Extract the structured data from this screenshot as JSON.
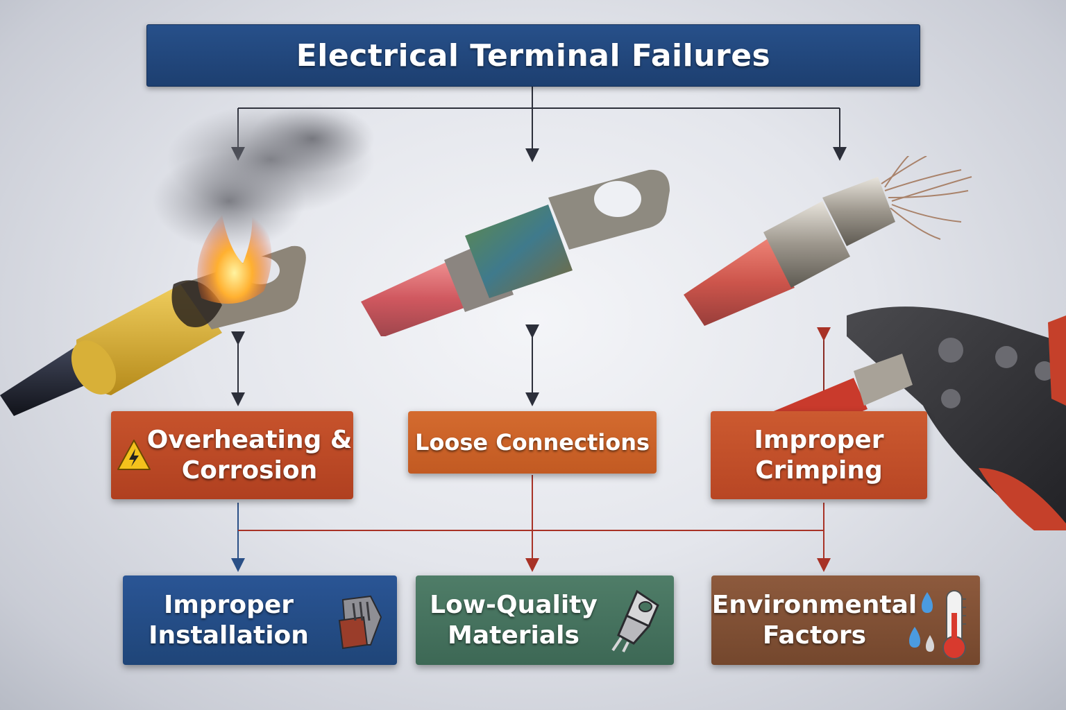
{
  "title": "Electrical Terminal Failures",
  "causes": [
    {
      "label": "Overheating &\nCorrosion",
      "icon": "warning-lightning-icon",
      "color": "#b8462a"
    },
    {
      "label": "Loose Connections",
      "color": "#cc6328"
    },
    {
      "label": "Improper\nCrimping",
      "color": "#c25029"
    }
  ],
  "factors": [
    {
      "label": "Improper\nInstallation",
      "icon": "gloves-pliers-icon",
      "color": "#244d87"
    },
    {
      "label": "Low-Quality\nMaterials",
      "icon": "terminal-lug-icon",
      "color": "#46735e"
    },
    {
      "label": "Environmental\nFactors",
      "icon": "thermometer-water-drops-icon",
      "color": "#7f4f34"
    }
  ],
  "illustrations": [
    "burning-terminal-illustration",
    "corroded-terminal-illustration",
    "frayed-crimp-terminal-illustration",
    "crimping-tool-illustration"
  ]
}
